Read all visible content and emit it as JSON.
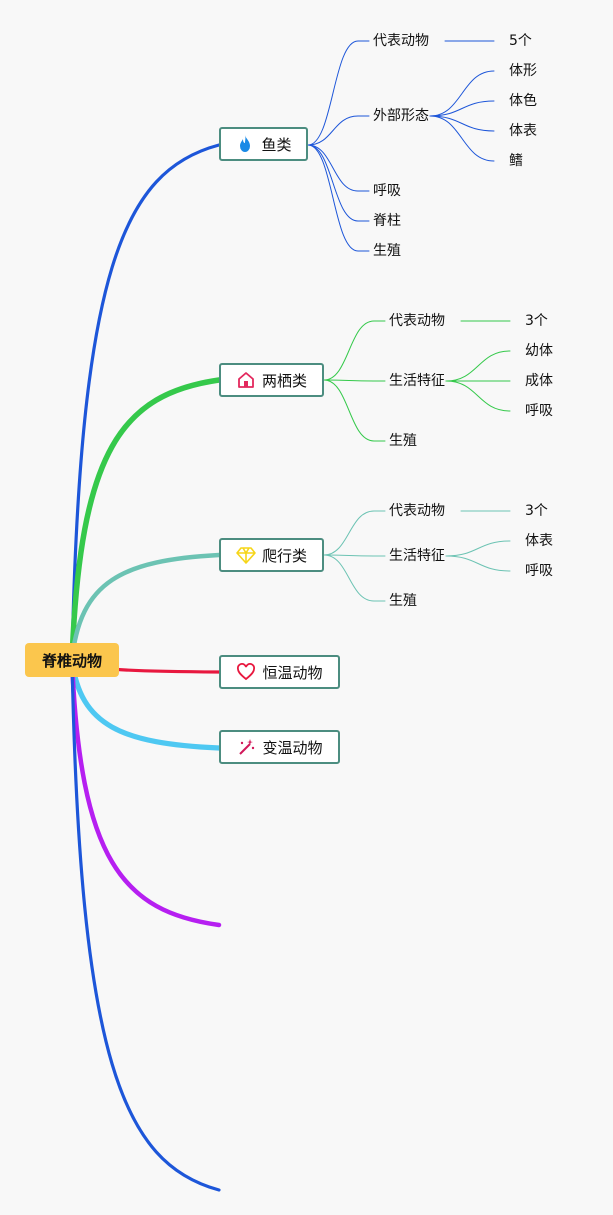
{
  "root": {
    "label": "脊椎动物",
    "color": "#fbc64d"
  },
  "branches": [
    {
      "label": "鱼类",
      "icon": "fire-icon",
      "color": "#1d56d9",
      "children": [
        {
          "label": "代表动物",
          "children": [
            {
              "label": "5个"
            }
          ]
        },
        {
          "label": "外部形态",
          "children": [
            {
              "label": "体形"
            },
            {
              "label": "体色"
            },
            {
              "label": "体表"
            },
            {
              "label": "鳍"
            }
          ]
        },
        {
          "label": "呼吸"
        },
        {
          "label": "脊柱"
        },
        {
          "label": "生殖"
        }
      ]
    },
    {
      "label": "两栖类",
      "icon": "house-icon",
      "color": "#35c94b",
      "children": [
        {
          "label": "代表动物",
          "children": [
            {
              "label": "3个"
            }
          ]
        },
        {
          "label": "生活特征",
          "children": [
            {
              "label": "幼体"
            },
            {
              "label": "成体"
            },
            {
              "label": "呼吸"
            }
          ]
        },
        {
          "label": "生殖"
        }
      ]
    },
    {
      "label": "爬行类",
      "icon": "diamond-icon",
      "color": "#6cc3b3",
      "children": [
        {
          "label": "代表动物",
          "children": [
            {
              "label": "3个"
            }
          ]
        },
        {
          "label": "生活特征",
          "children": [
            {
              "label": "体表"
            },
            {
              "label": "呼吸"
            }
          ]
        },
        {
          "label": "生殖"
        }
      ]
    },
    {
      "label": "恒温动物",
      "icon": "heart-icon",
      "color": "#e8183f",
      "children": []
    },
    {
      "label": "变温动物",
      "icon": "magic-wand-icon",
      "color": "#4ec8f2",
      "children": []
    },
    {
      "label": "",
      "icon": "",
      "color": "#b61ff1",
      "children": []
    },
    {
      "label": "",
      "icon": "",
      "color": "#1d56d9",
      "children": []
    }
  ]
}
